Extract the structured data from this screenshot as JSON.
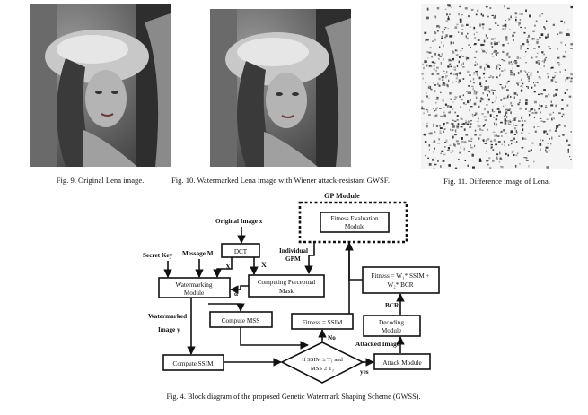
{
  "figures": [
    {
      "caption": "Fig. 9.  Original Lena image."
    },
    {
      "caption": "Fig. 10.  Watermarked Lena image with Wiener attack-resistant GWSF."
    },
    {
      "caption": "Fig. 11.  Difference image of Lena."
    }
  ],
  "diagram": {
    "gp_module_title": "GP Module",
    "fitness_eval": [
      "Fitness Evaluation",
      "Module"
    ],
    "original_image_prefix": "Original Image ",
    "original_image_var": "x",
    "dct": "DCT",
    "individual_gpm": [
      "Individual",
      "GPM"
    ],
    "secret_key": "Secret Key",
    "message": "Message M",
    "x_label_1": "X",
    "x_label_2": "X",
    "alpha": "α",
    "watermarking": [
      "Watermarking",
      "Module"
    ],
    "perceptual_mask": [
      "Computing Perceptual",
      "Mask"
    ],
    "fitness_formula_1": "Fitness = W₁* SSIM +",
    "fitness_formula_2": "W₂* BCR",
    "bcr": "BCR",
    "watermarked_image": [
      "Watermarked",
      "Image y"
    ],
    "compute_mss": "Compute MSS",
    "fitness_ssim": "Fitness = SSIM",
    "decoding": [
      "Decoding",
      "Module"
    ],
    "no": "No",
    "attacked_image": "Attacked Image",
    "compute_ssim": "Compute SSIM",
    "decision_1": "If  SSIM ≥ T₁ and",
    "decision_2": "MSS ≥ T₂",
    "yes": "yes",
    "attack_module": "Attack Module",
    "caption": "Fig. 4.  Block diagram of the proposed Genetic Watermark Shaping Scheme (GWSS)."
  }
}
